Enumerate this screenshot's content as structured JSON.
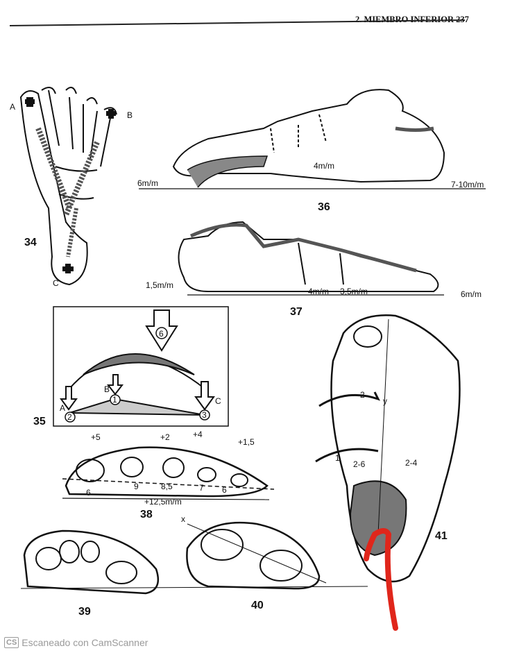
{
  "header": {
    "running_title": "2. MIEMBRO INFERIOR  237"
  },
  "figures": {
    "fig34": {
      "number": "34",
      "labels": {
        "a": "A",
        "b": "B",
        "c": "C"
      }
    },
    "fig36": {
      "number": "36",
      "measures": [
        "6m/m",
        "4m/m",
        "7-10m/m"
      ]
    },
    "fig37": {
      "number": "37",
      "measures": [
        "1,5m/m",
        "4m/m",
        "3,5m/m",
        "6m/m"
      ]
    },
    "fig35": {
      "number": "35",
      "labels": {
        "top": "6",
        "b": "B",
        "one": "1",
        "a": "A",
        "two": "2",
        "c": "C",
        "three": "3"
      }
    },
    "fig38": {
      "number": "38",
      "shifts": [
        "+5",
        "+2",
        "+4",
        "+1,5"
      ],
      "values": [
        "6",
        "9",
        "8,5",
        "7",
        "6"
      ],
      "total": "+12,5m/m"
    },
    "fig39": {
      "number": "39"
    },
    "fig40": {
      "number": "40",
      "label": "x"
    },
    "fig41": {
      "number": "41",
      "labels": [
        "2",
        "1",
        "y",
        "2-6",
        "2-4"
      ]
    }
  },
  "footer": {
    "badge": "CS",
    "text": "Escaneado con CamScanner"
  },
  "colors": {
    "annotation": "#e0261b",
    "ink": "#111111"
  }
}
